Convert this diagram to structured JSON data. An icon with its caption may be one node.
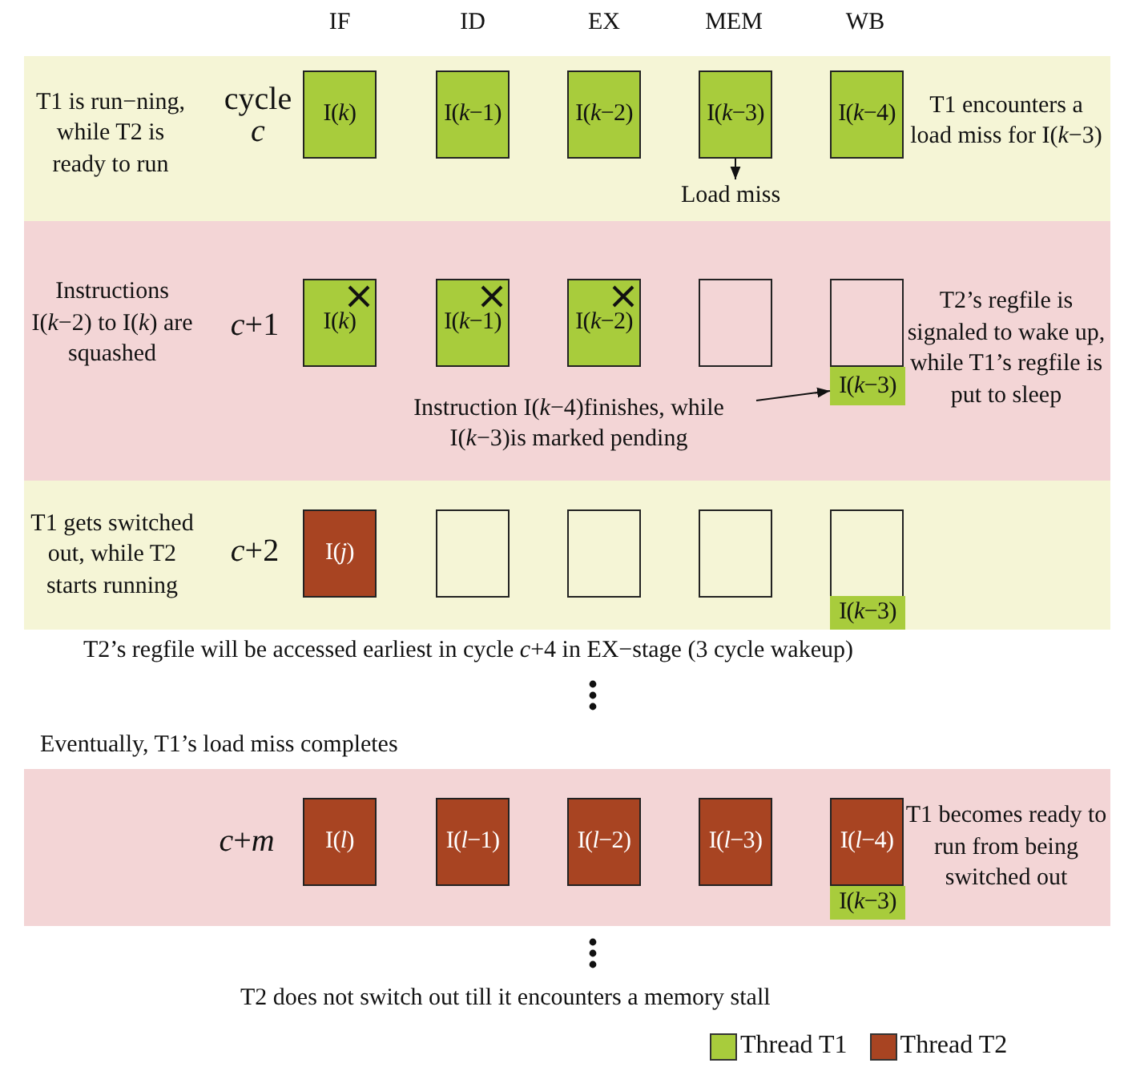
{
  "diagram": {
    "nodes": [
      {
        "text": [
          "T1 is run−ning, while T2 is ready to run",
          "cycle *c*",
          "T1 encounters a load miss for I(*k*−3)"
        ]
      },
      {
        "text": [
          "I(*k*)"
        ],
        "in": 0
      },
      {
        "text": [
          "I(*k*−1)"
        ],
        "in": 0
      },
      {
        "text": [
          "I(*k*−2)"
        ],
        "in": 0
      },
      {
        "text": [
          "I(*k*−3)"
        ],
        "in": 0
      },
      {
        "text": [
          "I(*k*−4)"
        ],
        "in": 0
      },
      {
        "text": [
          "Load miss"
        ],
        "in": 0
      },
      {
        "text": [
          "Instructions I(*k*−2) to I(*k*) are squashed",
          "*c*+1",
          "T2’s regfile is signaled to wake up, while T1’s regfile is put to sleep"
        ]
      },
      {
        "text": [
          "I(*k*)"
        ],
        "in": 7
      },
      {
        "text": [
          "I(*k*−1)"
        ],
        "in": 7
      },
      {
        "text": [
          "I(*k*−2)"
        ],
        "in": 7
      },
      {
        "text": [],
        "shape": "box",
        "in": 7
      },
      {
        "text": [],
        "shape": "box",
        "in": 7
      },
      {
        "text": [
          "I(*k*−3)"
        ],
        "in": 7
      },
      {
        "text": [
          "Instruction I(*k*−4)finishes, while I(*k*−3)is marked pending"
        ],
        "in": 7
      },
      {
        "text": [
          "T1 gets switched out, while T2 starts running",
          "*c*+2"
        ]
      },
      {
        "text": [
          "I(*j*)"
        ],
        "in": 15
      },
      {
        "text": [],
        "shape": "box",
        "in": 15
      },
      {
        "text": [],
        "shape": "box",
        "in": 15
      },
      {
        "text": [],
        "shape": "box",
        "in": 15
      },
      {
        "text": [],
        "shape": "box",
        "in": 15
      },
      {
        "text": [
          "I(*k*−3)"
        ],
        "in": 15
      },
      {
        "text": [
          "*c*+*m*",
          "T1 becomes ready to run from being switched out"
        ]
      },
      {
        "text": [
          "I(*l*)"
        ],
        "in": 22
      },
      {
        "text": [
          "I(*l*−1)"
        ],
        "in": 22
      },
      {
        "text": [
          "I(*l*−2)"
        ],
        "in": 22
      },
      {
        "text": [
          "I(*l*−3)"
        ],
        "in": 22
      },
      {
        "text": [
          "I(*l*−4)"
        ],
        "in": 22
      },
      {
        "text": [
          "I(*k*−3)"
        ],
        "in": 22
      }
    ],
    "edges": [
      {
        "from": 4,
        "to": 6,
        "arrow": "to"
      },
      {
        "from": 14,
        "to": 13,
        "arrow": "to"
      }
    ],
    "labels": [
      "IF",
      "ID",
      "EX",
      "MEM",
      "WB",
      "T2’s regfile will be accessed earliest in cycle *c*+4 in EX−stage (3 cycle wakeup)",
      "Eventually, T1’s load miss completes",
      "T2 does not switch out till it encounters a memory stall"
    ],
    "legend": [
      {
        "text": "Thread T1",
        "color": "#a8cc3c"
      },
      {
        "text": "Thread T2",
        "color": "#a84422"
      }
    ]
  }
}
